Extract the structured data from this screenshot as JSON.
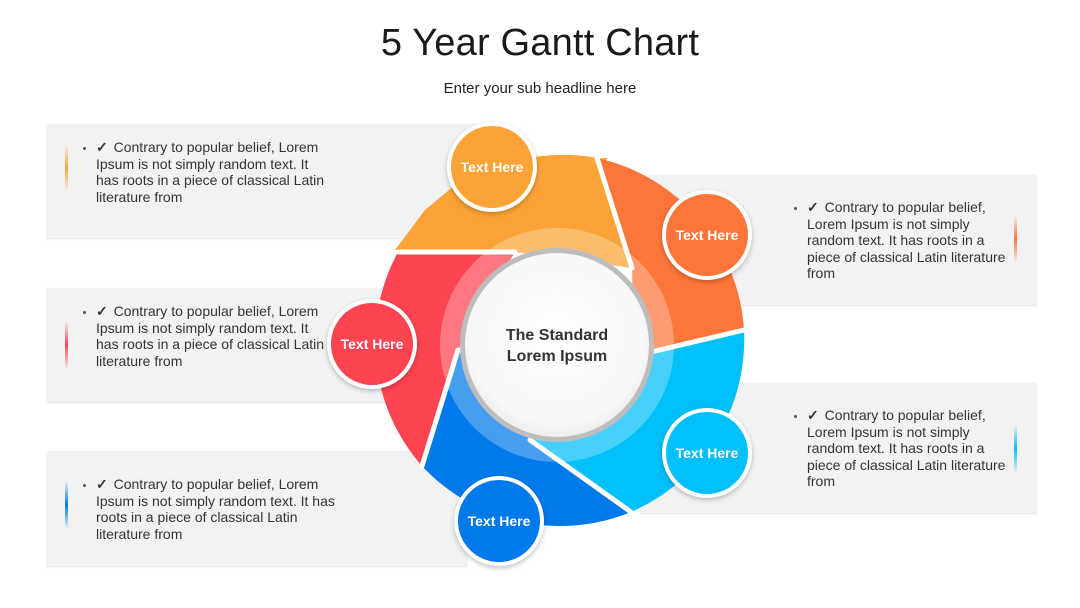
{
  "header": {
    "title": "5 Year Gantt Chart",
    "subtitle": "Enter your sub headline here"
  },
  "center": {
    "line1": "The Standard",
    "line2": "Lorem Ipsum"
  },
  "segments": [
    {
      "label": "Text Here",
      "color": "#fba336"
    },
    {
      "label": "Text Here",
      "color": "#fe7539"
    },
    {
      "label": "Text Here",
      "color": "#00c0f9"
    },
    {
      "label": "Text Here",
      "color": "#0079ea"
    },
    {
      "label": "Text Here",
      "color": "#fe4351"
    }
  ],
  "cards": [
    {
      "check": "✓",
      "text": "Contrary to popular belief, Lorem Ipsum is not simply random text. It has roots in a piece of classical Latin literature from",
      "accent": "#fba336"
    },
    {
      "check": "✓",
      "text": "Contrary to popular belief, Lorem Ipsum is not simply random text. It has roots in a piece of classical Latin literature from",
      "accent": "#fe4351"
    },
    {
      "check": "✓",
      "text": "Contrary to popular belief, Lorem Ipsum is not simply random text. It has roots in a piece of classical Latin literature from",
      "accent": "#0079ea"
    },
    {
      "check": "✓",
      "text": "Contrary to popular belief, Lorem Ipsum is not simply random text. It has roots in a piece of classical Latin literature from",
      "accent": "#fe7539"
    },
    {
      "check": "✓",
      "text": "Contrary to popular belief, Lorem Ipsum is not simply random text. It has roots in a piece of classical Latin literature from",
      "accent": "#00c0f9"
    }
  ]
}
